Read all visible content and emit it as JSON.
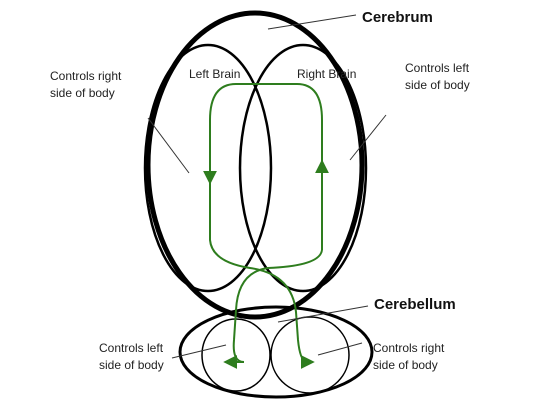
{
  "labels": {
    "cerebrum": "Cerebrum",
    "cerebellum": "Cerebellum",
    "left_brain": "Left Brain",
    "right_brain": "Right Brain",
    "cerebrum_left_note": [
      "Controls right",
      "side of body"
    ],
    "cerebrum_right_note": [
      "Controls left",
      "side of body"
    ],
    "cerebellum_left_note": [
      "Controls left",
      "side of body"
    ],
    "cerebellum_right_note": [
      "Controls right",
      "side of body"
    ]
  },
  "colors": {
    "outline": "#000000",
    "pathway": "#2e7d1e",
    "leader": "#333333"
  }
}
